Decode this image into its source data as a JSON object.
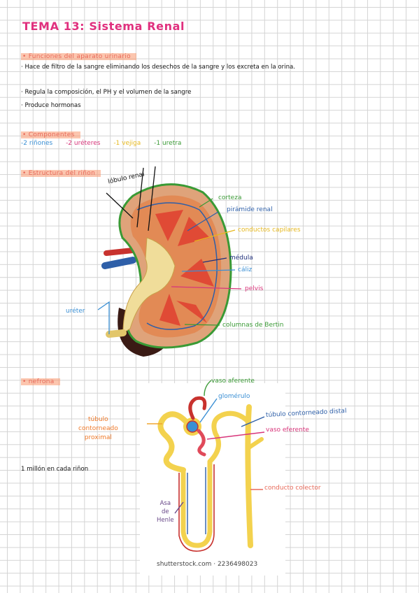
{
  "title": "TEMA 13: Sistema Renal",
  "sections": {
    "functions": {
      "heading": "Funciones del aparato urinario",
      "bullets": [
        "Hace de filtro de la sangre eliminando los desechos de la sangre y los excreta en la orina.",
        "Regula la composición, el PH y el volumen de la sangre",
        "Produce hormonas"
      ]
    },
    "components": {
      "heading": "Componentes",
      "items": [
        "-2 riñones",
        "-2 uréteres",
        "-1 vejiga",
        "-1 uretra"
      ]
    },
    "kidney": {
      "heading": "Estructura del riñon",
      "labels": {
        "lobulo": "lóbulo renal",
        "corteza": "corteza",
        "piramide": "pirámide renal",
        "conductos": "conductos capilares",
        "medula": "médula",
        "caliz": "cáliz",
        "pelvis": "pelvis",
        "ureter": "uréter",
        "columnas": "columnas de Bertin"
      }
    },
    "nephron": {
      "heading": "nefrona",
      "note": "1 millón en cada riñon",
      "labels": {
        "vaso_aferente": "vaso aferente",
        "glomerulo": "glomérulo",
        "tubulo_distal": "túbulo contorneado distal",
        "tubulo_proximal_1": "túbulo",
        "tubulo_proximal_2": "contorneado",
        "tubulo_proximal_3": "proximal",
        "vaso_eferente": "vaso eferente",
        "conducto_colector": "conducto colector",
        "asa_1": "Asa",
        "asa_2": "de",
        "asa_3": "Henle"
      },
      "watermark": "shutterstock.com · 2236498023"
    }
  },
  "colors": {
    "title": "#e0307e",
    "highlight": "#fa986e",
    "blue": "#3a8fd4",
    "pink": "#d8357a",
    "yellow": "#e6b81f",
    "green": "#3a9a35",
    "purple": "#6a4a8a"
  }
}
